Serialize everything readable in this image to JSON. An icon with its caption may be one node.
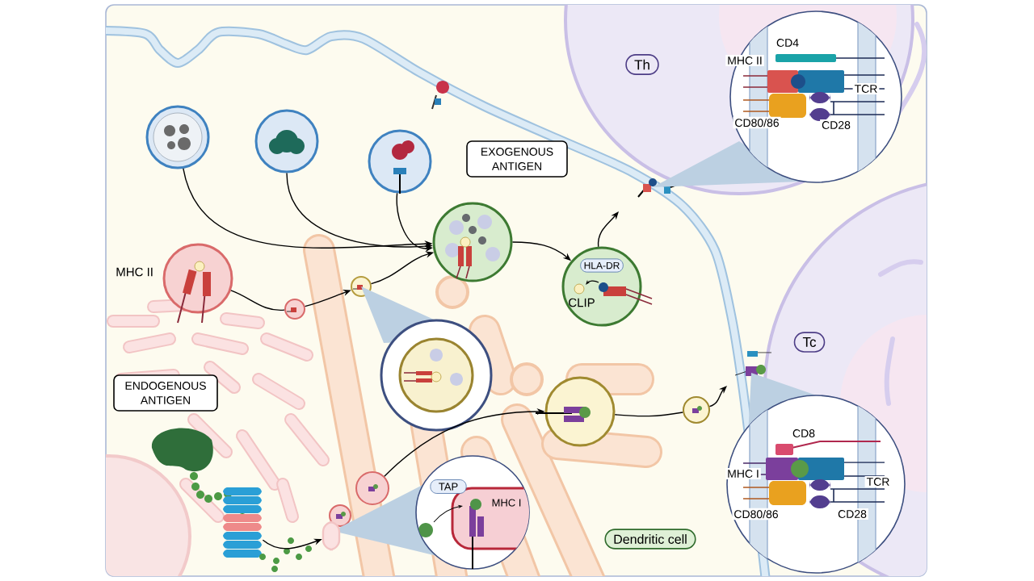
{
  "diagram": {
    "nodes": [
      {
        "text": [
          "EXOGENOUS ANTIGEN"
        ]
      },
      {
        "text": [
          "ENDOGENOUS ANTIGEN"
        ]
      },
      {
        "text": [
          "Th"
        ]
      },
      {
        "text": [
          "Tc"
        ]
      },
      {
        "text": [
          "Dendritic cell"
        ]
      },
      {
        "text": [
          "CD4",
          "MHC II",
          "TCR",
          "CD80/86",
          "CD28"
        ]
      },
      {
        "text": [
          "CD8",
          "MHC I",
          "TCR",
          "CD80/86",
          "CD28"
        ]
      },
      {
        "text": [],
        "shape": "circle"
      },
      {
        "text": [],
        "shape": "circle"
      },
      {
        "text": [],
        "shape": "circle"
      },
      {
        "text": [],
        "shape": "circle",
        "beside": [
          "MHC II"
        ]
      },
      {
        "text": [],
        "shape": "circle"
      },
      {
        "text": [],
        "shape": "circle"
      },
      {
        "text": [],
        "shape": "circle"
      },
      {
        "text": [
          "HLA-DR",
          "CLIP"
        ]
      },
      {
        "text": [],
        "shape": "circle"
      },
      {
        "text": [],
        "shape": "circle"
      },
      {
        "text": [],
        "shape": "circle"
      },
      {
        "text": [],
        "shape": "picture"
      },
      {
        "text": [],
        "shape": "circle"
      },
      {
        "text": [],
        "shape": "circle"
      },
      {
        "text": [
          "TAP",
          "MHC I"
        ]
      },
      {
        "text": [],
        "shape": "box"
      }
    ],
    "edges": [
      {
        "from": 7,
        "to": 13,
        "arrow": "to"
      },
      {
        "from": 8,
        "to": 13,
        "arrow": "to"
      },
      {
        "from": 9,
        "to": 13,
        "arrow": "to"
      },
      {
        "from": 10,
        "to": 11,
        "arrow": "none"
      },
      {
        "from": 11,
        "to": 12,
        "arrow": "to"
      },
      {
        "from": 12,
        "to": 13,
        "arrow": "to"
      },
      {
        "from": 13,
        "to": 14,
        "arrow": "to"
      },
      {
        "from": 14,
        "to": null,
        "arrow": "to"
      },
      {
        "from": 18,
        "to": 22,
        "arrow": "to"
      },
      {
        "from": 19,
        "to": 16,
        "arrow": "to"
      },
      {
        "from": 16,
        "to": 17,
        "arrow": "none"
      },
      {
        "from": 17,
        "to": null,
        "arrow": "to"
      }
    ]
  }
}
